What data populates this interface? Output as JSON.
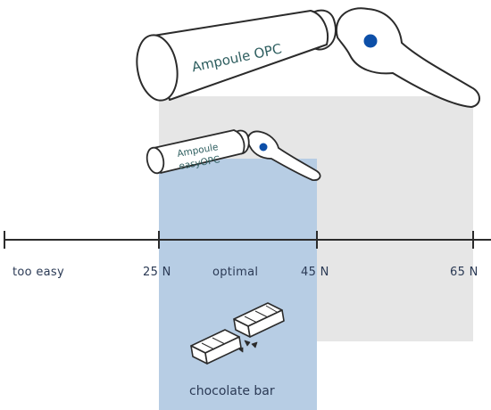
{
  "colors": {
    "gray_range": "#e6e6e6",
    "blue_range": "#b7cde4",
    "axis": "#2b2b2b",
    "label_text": "#2b3a55",
    "ampoule_text": "#2f5f60",
    "dot": "#0d4fa8"
  },
  "axis": {
    "labels": {
      "too_easy": "too easy",
      "n25": "25 N",
      "optimal": "optimal",
      "n45": "45 N",
      "n65": "65 N"
    }
  },
  "ampoule_opc": {
    "label": "Ampoule OPC"
  },
  "ampoule_easy": {
    "label_line1": "Ampoule",
    "label_line2": "easyOPC"
  },
  "chocolate": {
    "label": "chocolate bar"
  }
}
